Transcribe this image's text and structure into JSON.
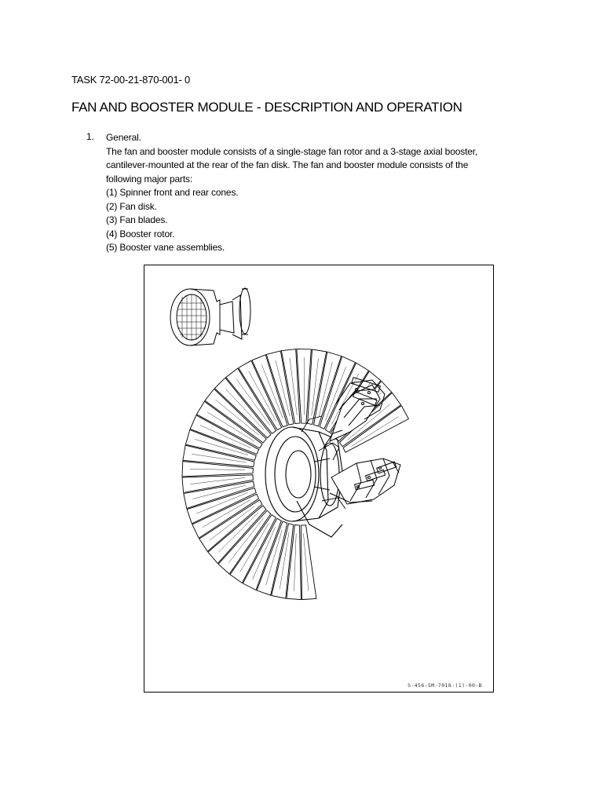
{
  "task_id": "TASK 72-00-21-870-001- 0",
  "title": "FAN AND BOOSTER MODULE - DESCRIPTION AND OPERATION",
  "section": {
    "number": "1.",
    "heading": "General.",
    "intro_lines": [
      "The fan and booster module consists of a single-stage fan rotor and a 3-stage axial booster,",
      "cantilever-mounted at the rear of the fan disk. The fan and booster module consists of the",
      "following major parts:"
    ],
    "parts": [
      "(1) Spinner front and rear cones.",
      "(2) Fan disk.",
      "(3) Fan blades.",
      "(4) Booster rotor.",
      "(5) Booster vane assemblies."
    ]
  },
  "figure": {
    "code": "S-456-SM-7018-(1)-00-B"
  }
}
